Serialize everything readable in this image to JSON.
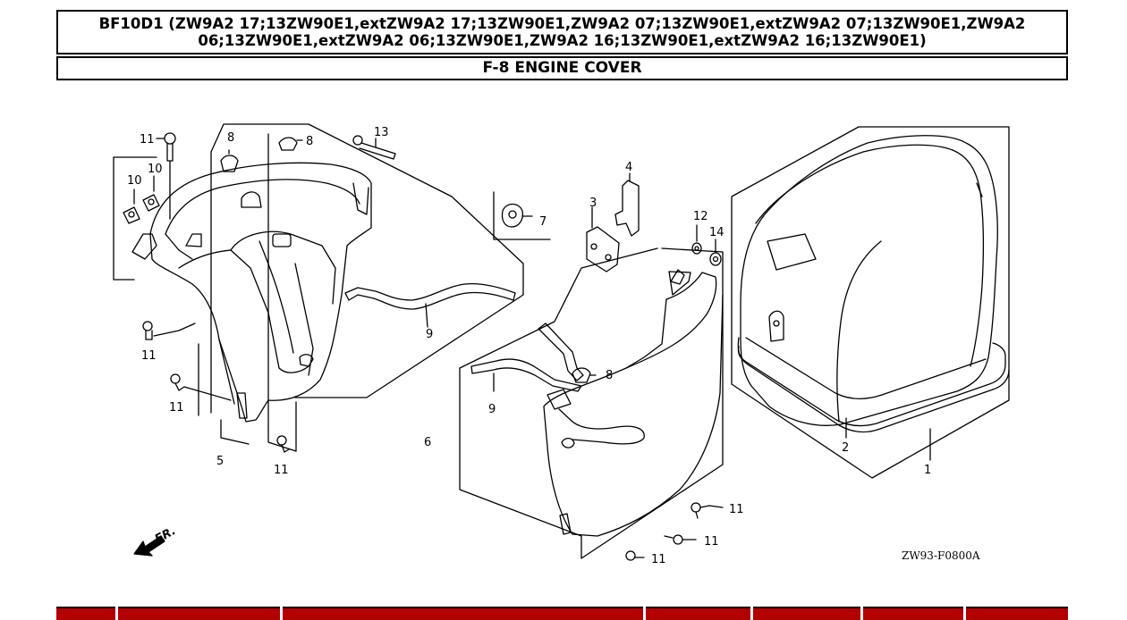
{
  "header": {
    "model_line1": "BF10D1 (ZW9A2 17;13ZW90E1,extZW9A2 17;13ZW90E1,ZW9A2 07;13ZW90E1,extZW9A2 07;13ZW90E1,ZW9A2",
    "model_line2": "06;13ZW90E1,extZW9A2 06;13ZW90E1,ZW9A2 16;13ZW90E1,extZW9A2 16;13ZW90E1)",
    "section_title": "F-8 ENGINE COVER"
  },
  "diagram": {
    "callouts": {
      "c1": "1",
      "c2": "2",
      "c3": "3",
      "c4": "4",
      "c5": "5",
      "c6": "6",
      "c7": "7",
      "c8a": "8",
      "c8b": "8",
      "c8c": "8",
      "c9a": "9",
      "c9b": "9",
      "c10a": "10",
      "c10b": "10",
      "c11a": "11",
      "c11b": "11",
      "c11c": "11",
      "c11d": "11",
      "c11e": "11",
      "c11f": "11",
      "c11g": "11",
      "c12": "12",
      "c13": "13",
      "c14": "14"
    },
    "front_label": "FR.",
    "figure_code": "ZW93-F0800A"
  },
  "colors": {
    "table_header": "#b30000",
    "line": "#000000"
  }
}
